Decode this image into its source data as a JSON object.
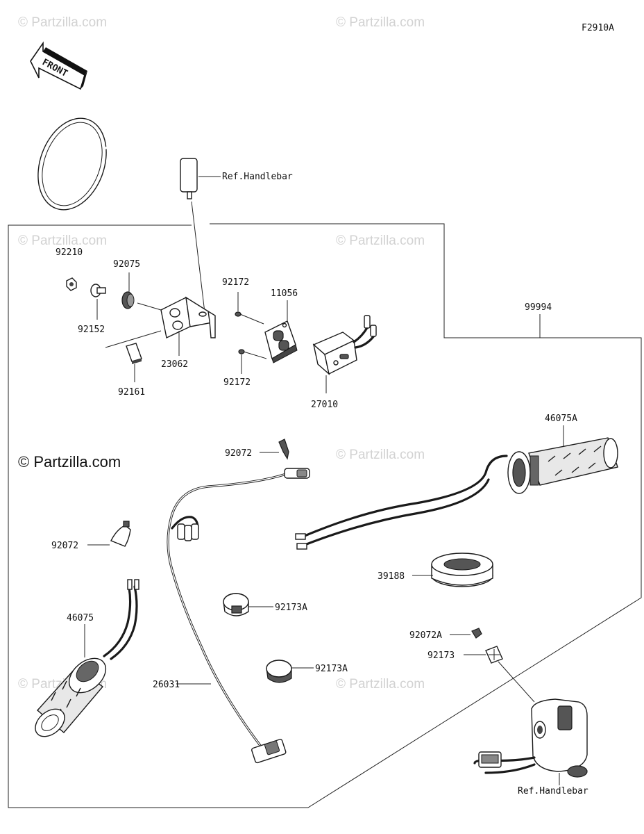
{
  "diagram_code": "F2910A",
  "front_label": "FRONT",
  "copyright": "© Partzilla.com",
  "watermark": "© Partzilla.com",
  "ref_handlebar_top": "Ref.Handlebar",
  "ref_handlebar_bottom": "Ref.Handlebar",
  "parts": {
    "p92210": "92210",
    "p92075": "92075",
    "p92152": "92152",
    "p92172a": "92172",
    "p11056": "11056",
    "p23062": "23062",
    "p92172b": "92172",
    "p92161": "92161",
    "p27010": "27010",
    "p99994": "99994",
    "p46075A": "46075A",
    "p92072a": "92072",
    "p92072b": "92072",
    "p39188": "39188",
    "p92173Aa": "92173A",
    "p92072A": "92072A",
    "p92173": "92173",
    "p46075": "46075",
    "p92173Ab": "92173A",
    "p26031": "26031"
  }
}
